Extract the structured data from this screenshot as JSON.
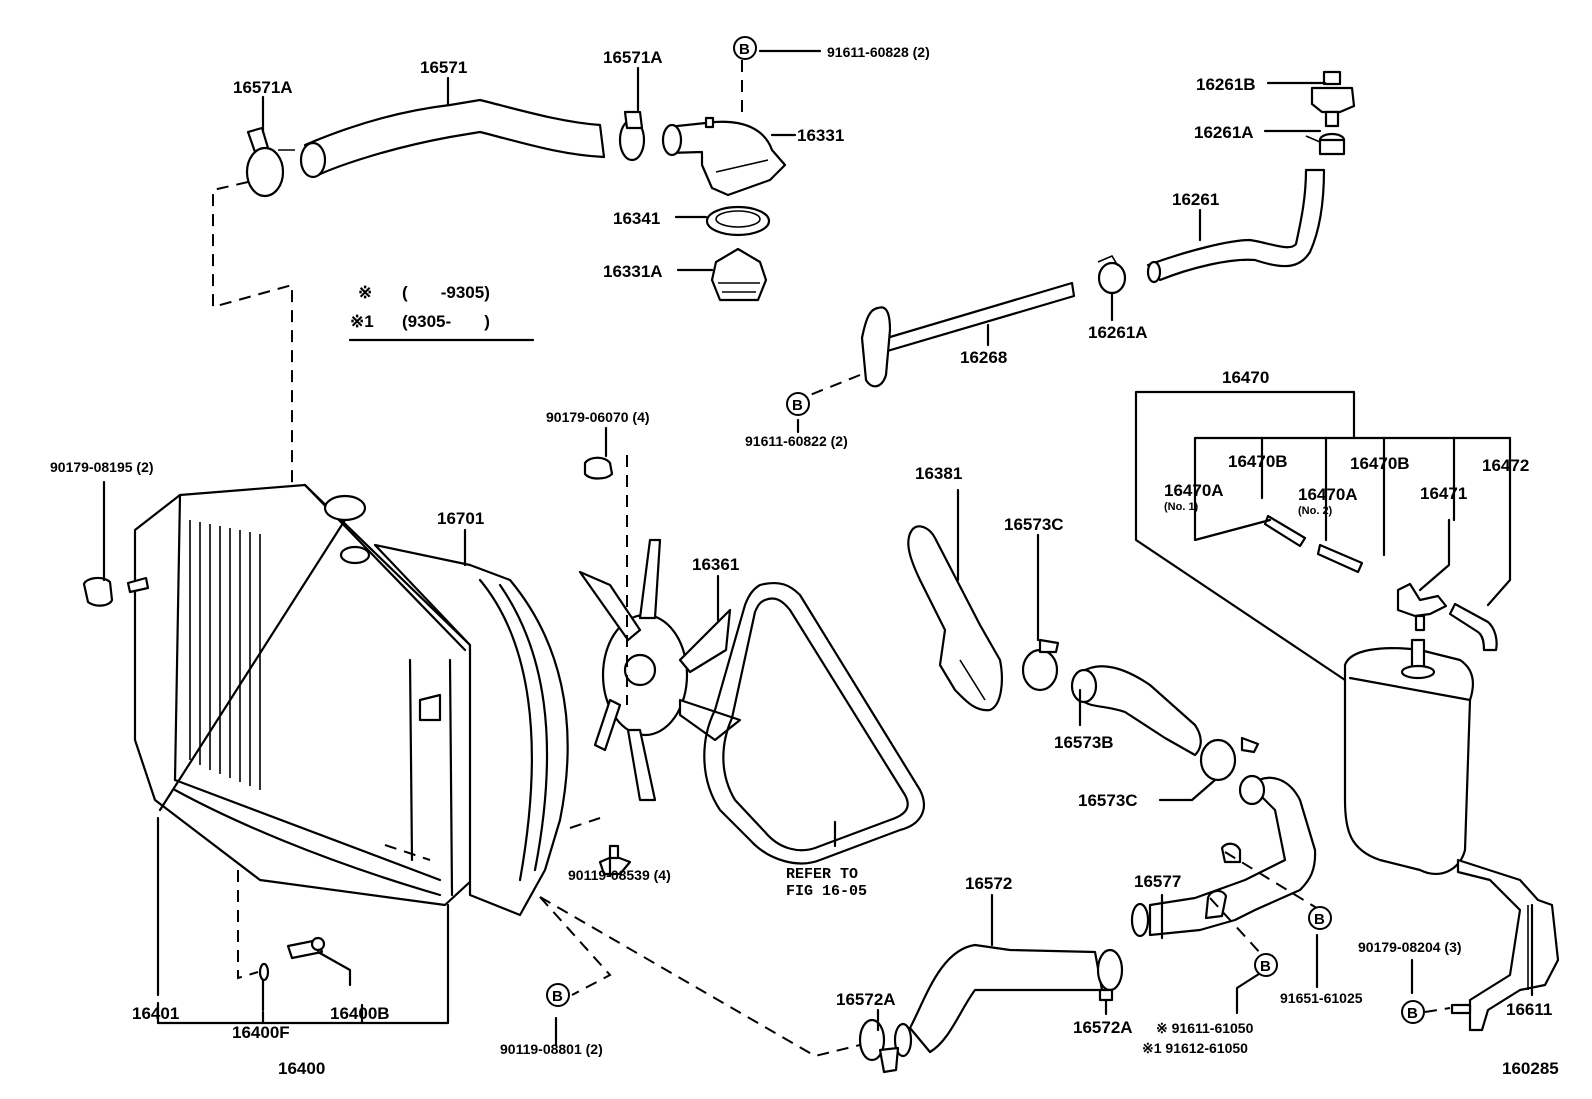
{
  "diagram": {
    "figure_id": "160285",
    "legend": {
      "star_label": "※",
      "star_range": "(       -9305)",
      "star1_label": "※1",
      "star1_range": "(9305-       )"
    },
    "bolt_symbol": "B",
    "refer_note": [
      "REFER TO",
      "FIG 16-05"
    ],
    "parts": {
      "p16571A_left": "16571A",
      "p16571": "16571",
      "p16571A_right": "16571A",
      "p91611_60828": "91611-60828 (2)",
      "p16331": "16331",
      "p16341": "16341",
      "p16331A": "16331A",
      "p16261B": "16261B",
      "p16261A_top": "16261A",
      "p16261": "16261",
      "p16261A_bottom": "16261A",
      "p16268": "16268",
      "p91611_60822": "91611-60822 (2)",
      "p16470": "16470",
      "p16470B_1": "16470B",
      "p16470B_2": "16470B",
      "p16472": "16472",
      "p16470A_1": "16470A",
      "p16470A_1_sub": "(No. 1)",
      "p16470A_2": "16470A",
      "p16470A_2_sub": "(No. 2)",
      "p16471": "16471",
      "p90179_08195": "90179-08195 (2)",
      "p90179_06070": "90179-06070 (4)",
      "p16701": "16701",
      "p16361": "16361",
      "p16381": "16381",
      "p16573C_top": "16573C",
      "p16573B": "16573B",
      "p16573C_bottom": "16573C",
      "p90119_08539": "90119-08539 (4)",
      "p16572": "16572",
      "p16577": "16577",
      "p16572A_left": "16572A",
      "p16572A_right": "16572A",
      "p91611_61050": "※ 91611-61050",
      "p91612_61050": "※1 91612-61050",
      "p91651_61025": "91651-61025",
      "p90179_08204": "90179-08204 (3)",
      "p16611": "16611",
      "p16401": "16401",
      "p16400F": "16400F",
      "p16400B": "16400B",
      "p16400": "16400",
      "p90119_08801": "90119-08801 (2)"
    }
  }
}
